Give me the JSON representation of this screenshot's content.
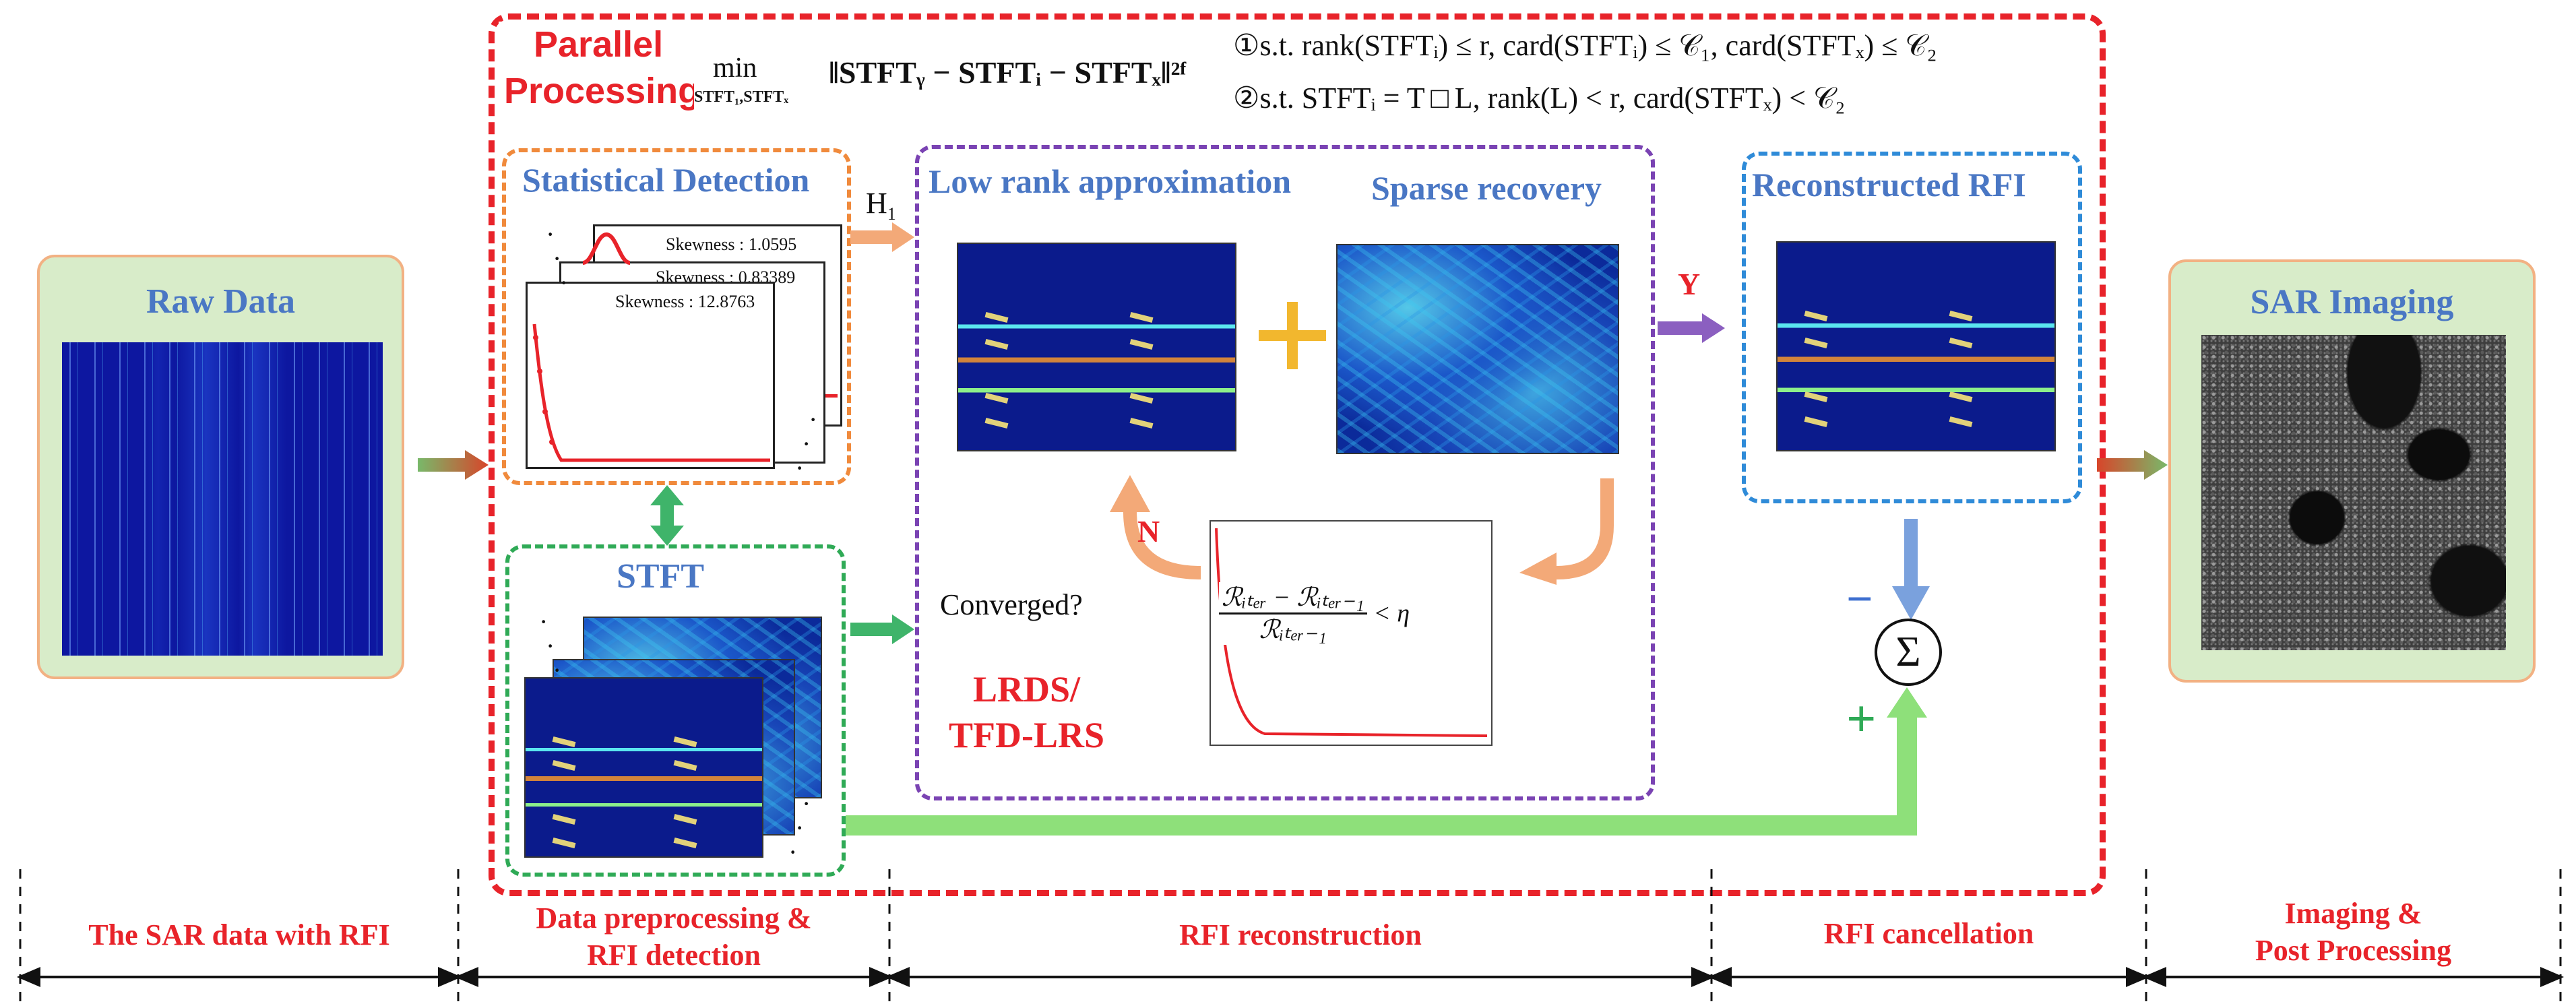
{
  "header": {
    "parallel_line1": "Parallel",
    "parallel_line2": "Processing",
    "objective_min": "min",
    "objective_sub": "STFT₁,STFTₓ",
    "objective_expr": "‖STFTᵧ − STFTᵢ − STFTₓ‖²ᶠ",
    "constraint1": "①s.t. rank(STFTᵢ) ≤ r, card(STFTᵢ) ≤ 𝒞₁, card(STFTₓ) ≤ 𝒞₂",
    "constraint2": "②s.t. STFTᵢ = T □ L,  rank(L) < r, card(STFTₓ) < 𝒞₂"
  },
  "raw_panel": {
    "title": "Raw Data"
  },
  "sar_panel": {
    "title": "SAR Imaging"
  },
  "stat_detection": {
    "title": "Statistical Detection",
    "skewness": [
      "Skewness : 1.0595",
      "Skewness : 0.83389",
      "Skewness : 12.8763"
    ]
  },
  "h1_label": "H",
  "h1_sub": "1",
  "stft": {
    "title": "STFT"
  },
  "lrds": {
    "low_rank_title": "Low rank approximation",
    "sparse_title": "Sparse recovery",
    "converged": "Converged?",
    "n_label": "N",
    "method_line1": "LRDS/",
    "method_line2": "TFD-LRS",
    "criterion_num": "ℛᵢₜₑᵣ − ℛᵢₜₑᵣ₋₁",
    "criterion_den": "ℛᵢₜₑᵣ₋₁",
    "criterion_rhs": "< η"
  },
  "y_label": "Y",
  "reconstructed": {
    "title": "Reconstructed RFI"
  },
  "sum_symbol": "Σ",
  "minus_sign": "−",
  "plus_sign": "+",
  "stages": [
    {
      "line1": "The SAR data with RFI",
      "line2": ""
    },
    {
      "line1": "Data preprocessing &",
      "line2": "RFI detection"
    },
    {
      "line1": "RFI reconstruction",
      "line2": ""
    },
    {
      "line1": "RFI cancellation",
      "line2": ""
    },
    {
      "line1": "Imaging &",
      "line2": "Post Processing"
    }
  ],
  "colors": {
    "red": "#e8232a",
    "blue_title": "#4a77c4",
    "orange": "#f08a3c",
    "green": "#2faa56",
    "purple": "#7a43b3",
    "blue": "#2f8bd8",
    "panel_green": "#d8ecc9"
  }
}
